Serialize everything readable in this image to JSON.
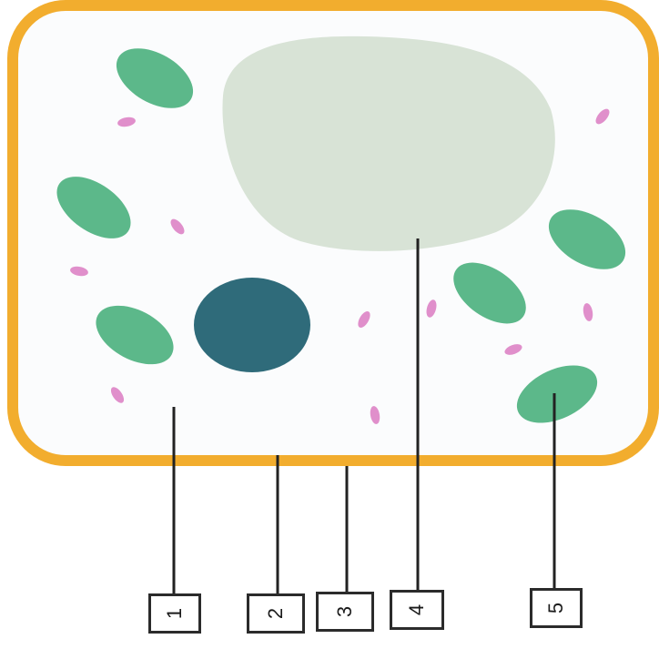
{
  "diagram": {
    "labels": [
      {
        "id": "1",
        "text": "1"
      },
      {
        "id": "2",
        "text": "2"
      },
      {
        "id": "3",
        "text": "3"
      },
      {
        "id": "4",
        "text": "4"
      },
      {
        "id": "5",
        "text": "5"
      }
    ],
    "colors": {
      "cell_wall": "#f2ad2e",
      "cell_membrane": "#e9a11e",
      "cytoplasm": "#fbfcfd",
      "vacuole": "#d8e3d6",
      "nucleus": "#2f6b7a",
      "chloroplast": "#5cb88a",
      "mitochondria": "#e08fcb",
      "pointer_line": "#222222"
    }
  }
}
